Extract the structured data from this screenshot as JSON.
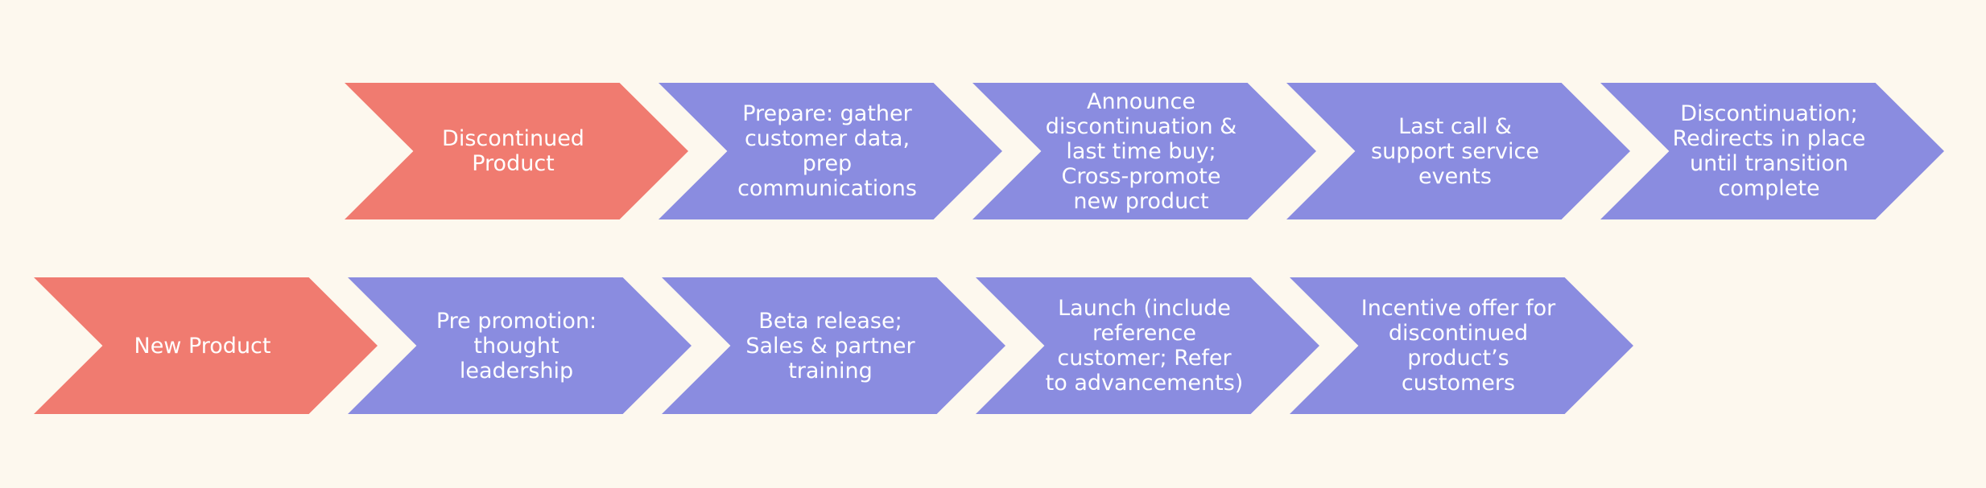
{
  "colors": {
    "background": "#fdf8ee",
    "start": "#f07b70",
    "step": "#8a8ce0",
    "text": "#ffffff"
  },
  "rows": [
    {
      "steps": [
        "Discontinued\nProduct",
        "Prepare: gather\ncustomer data,\nprep\ncommunications",
        "Announce\ndiscontinuation &\nlast time buy;\nCross-promote\nnew product",
        "Last call &\nsupport service\nevents",
        "Discontinuation;\nRedirects in place\nuntil transition\ncomplete"
      ]
    },
    {
      "steps": [
        "New Product",
        "Pre promotion:\nthought\nleadership",
        "Beta release;\nSales & partner\ntraining",
        "Launch (include\nreference\ncustomer; Refer\nto advancements)",
        "Incentive offer for\ndiscontinued\nproduct’s\ncustomers"
      ]
    }
  ]
}
